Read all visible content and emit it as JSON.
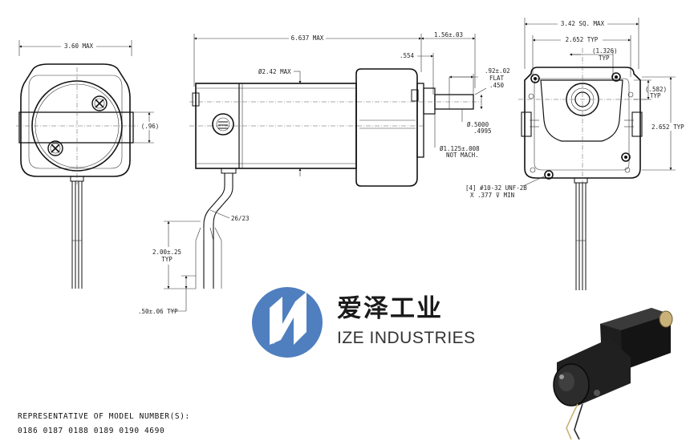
{
  "front_view": {
    "width_label": "3.60 MAX",
    "height_label": "(.96)"
  },
  "side_view": {
    "length_label": "6.637 MAX",
    "diameter_label": "Ø2.42 MAX",
    "shaft_length_label": "1.56±.03",
    "flat_offset_label": ".554",
    "flat_label_1": ".92±.02",
    "flat_label_2": "FLAT",
    "flat_label_3": ".450",
    "shaft_dia_1": "Ø.5000",
    "shaft_dia_2": ".4995",
    "pilot_dia": "Ø1.125±.008",
    "pilot_note": "NOT MACH.",
    "wire_gauge": "26/23",
    "lead_length_1": "2.00±.25",
    "lead_length_2": "TYP",
    "strip_length": ".50±.06 TYP"
  },
  "end_view": {
    "square_label": "3.42 SQ. MAX",
    "bolt_spacing_label": "2.652 TYP",
    "offset_label_1": "(1.326)",
    "offset_label_2": "TYP",
    "side_offset_1": "(.582)",
    "side_offset_2": "TYP",
    "vertical_spacing": "2.652 TYP",
    "thread_note_1": "[4] #10-32 UNF-2B",
    "thread_note_2": "X .377 ⊽ MIN"
  },
  "brand": {
    "name_cn": "爱泽工业",
    "name_en": "IZE INDUSTRIES",
    "logo_blue": "#4f7fbf",
    "logo_grey": "#7a7f86"
  },
  "footer": {
    "title": "REPRESENTATIVE OF MODEL NUMBER(S):",
    "models": "0186 0187 0188 0189 0190 4690"
  }
}
